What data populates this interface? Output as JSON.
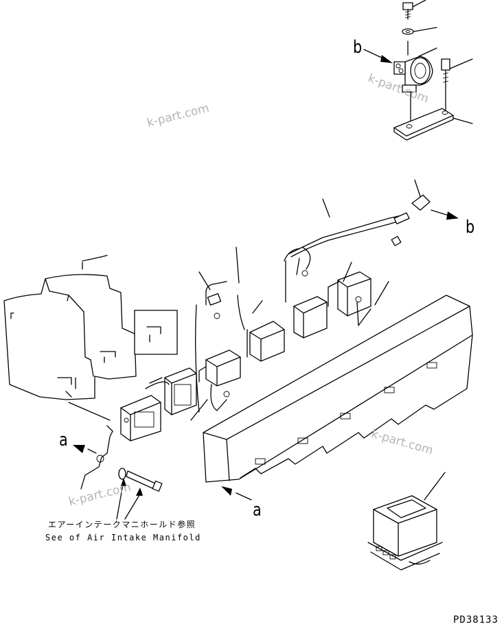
{
  "diagram": {
    "callouts": {
      "a1": "a",
      "a2": "a",
      "b1": "b",
      "b2": "b"
    },
    "reference_note": {
      "japanese": "エアーインテークマニホールド参照",
      "english": "See of Air Intake Manifold"
    },
    "watermarks": [
      "k-part.com",
      "k-part.com",
      "k-part.com",
      "k-part.com"
    ],
    "drawing_code": "PD38133"
  }
}
